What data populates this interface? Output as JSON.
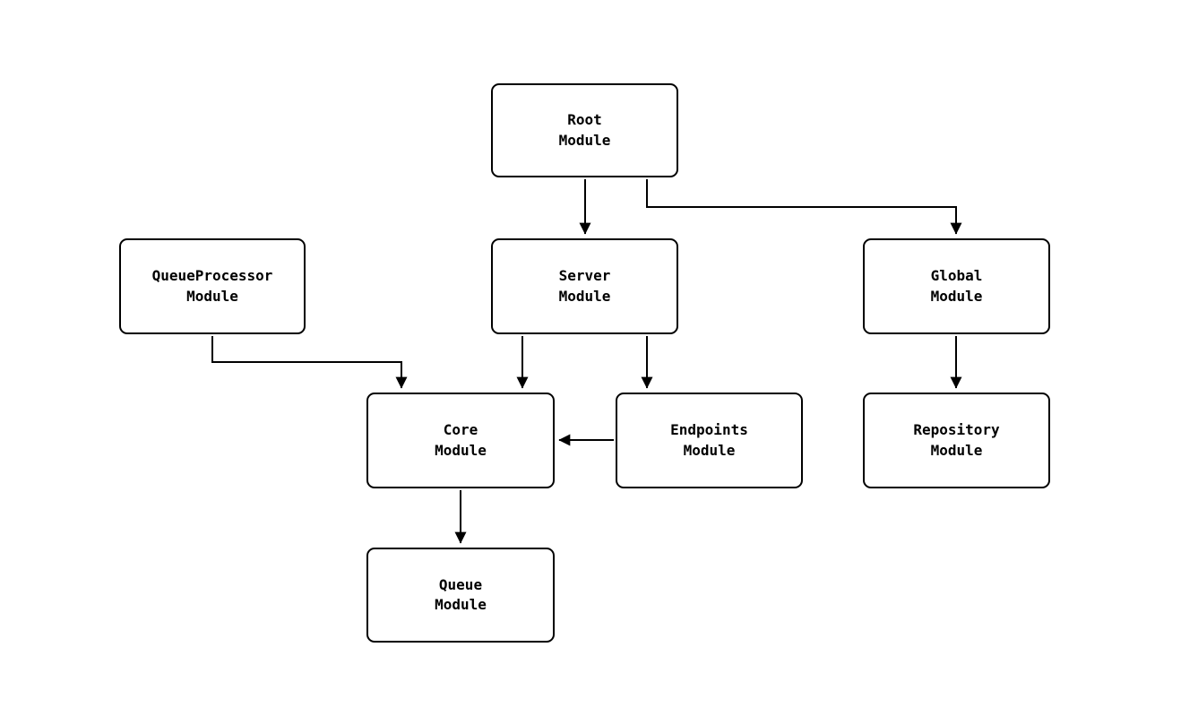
{
  "diagram": {
    "type": "module-dependency-graph",
    "background_color": "#ffffff",
    "line_color": "#000000",
    "node_fill_color": "#ffffff",
    "node_border_color": "#000000",
    "nodes": {
      "root": {
        "label": "Root\nModule"
      },
      "queue_processor": {
        "label": "QueueProcessor\nModule"
      },
      "server": {
        "label": "Server\nModule"
      },
      "global": {
        "label": "Global\nModule"
      },
      "core": {
        "label": "Core\nModule"
      },
      "endpoints": {
        "label": "Endpoints\nModule"
      },
      "repository": {
        "label": "Repository\nModule"
      },
      "queue": {
        "label": "Queue\nModule"
      }
    },
    "edges": [
      {
        "from": "Root Module",
        "to": "Server Module"
      },
      {
        "from": "Root Module",
        "to": "Global Module"
      },
      {
        "from": "QueueProcessor Module",
        "to": "Core Module"
      },
      {
        "from": "Server Module",
        "to": "Core Module"
      },
      {
        "from": "Server Module",
        "to": "Endpoints Module"
      },
      {
        "from": "Endpoints Module",
        "to": "Core Module"
      },
      {
        "from": "Global Module",
        "to": "Repository Module"
      },
      {
        "from": "Core Module",
        "to": "Queue Module"
      }
    ]
  }
}
